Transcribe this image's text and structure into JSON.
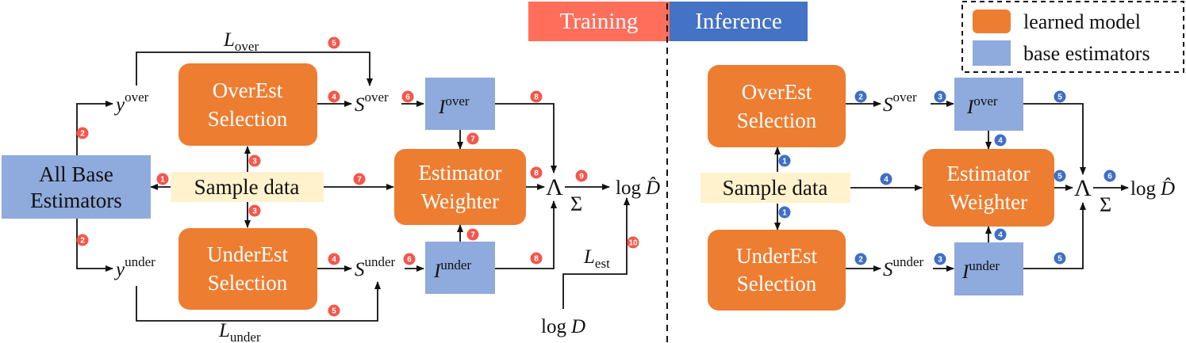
{
  "header": {
    "training_tag": "Training",
    "inference_tag": "Inference"
  },
  "legend": {
    "learned_model": "learned model",
    "base_estimators": "base estimators"
  },
  "training": {
    "all_base_line1": "All Base",
    "all_base_line2": "Estimators",
    "sample_data": "Sample data",
    "overest_line1": "OverEst",
    "overest_line2": "Selection",
    "underest_line1": "UnderEst",
    "underest_line2": "Selection",
    "weighter_line1": "Estimator",
    "weighter_line2": "Weighter",
    "y_over": {
      "base": "y",
      "sup": "over"
    },
    "y_under": {
      "base": "y",
      "sup": "under"
    },
    "s_over": {
      "base": "S",
      "sup": "over"
    },
    "s_under": {
      "base": "S",
      "sup": "under"
    },
    "i_over": {
      "base": "I",
      "sup": "over"
    },
    "i_under": {
      "base": "I",
      "sup": "under"
    },
    "l_over": {
      "base": "L",
      "sub": "over"
    },
    "l_under": {
      "base": "L",
      "sub": "under"
    },
    "l_est": {
      "base": "L",
      "sub": "est"
    },
    "log_d_hat": {
      "prefix": "log",
      "base": "D̂"
    },
    "log_d": {
      "prefix": "log",
      "base": "D"
    },
    "lambda": "Λ",
    "sigma": "Σ",
    "badges": [
      "1",
      "2",
      "2",
      "3",
      "3",
      "4",
      "4",
      "5",
      "5",
      "6",
      "6",
      "7",
      "7",
      "7",
      "8",
      "8",
      "8",
      "9",
      "10"
    ]
  },
  "inference": {
    "sample_data": "Sample data",
    "overest_line1": "OverEst",
    "overest_line2": "Selection",
    "underest_line1": "UnderEst",
    "underest_line2": "Selection",
    "weighter_line1": "Estimator",
    "weighter_line2": "Weighter",
    "s_over": {
      "base": "S",
      "sup": "over"
    },
    "s_under": {
      "base": "S",
      "sup": "under"
    },
    "i_over": {
      "base": "I",
      "sup": "over"
    },
    "i_under": {
      "base": "I",
      "sup": "under"
    },
    "log_d_hat": {
      "prefix": "log",
      "base": "D̂"
    },
    "lambda": "Λ",
    "sigma": "Σ",
    "badges": [
      "1",
      "1",
      "2",
      "2",
      "3",
      "3",
      "4",
      "4",
      "4",
      "5",
      "5",
      "5",
      "6"
    ]
  },
  "colors": {
    "learned_model": "#ED7D31",
    "base_estimator": "#8FAADC",
    "sample_data_bg": "#FFF2CC",
    "training_tag": "#FF6E5A",
    "inference_tag": "#4472C4",
    "badge_training": "#F4574B",
    "badge_inference": "#3F6FC4"
  }
}
